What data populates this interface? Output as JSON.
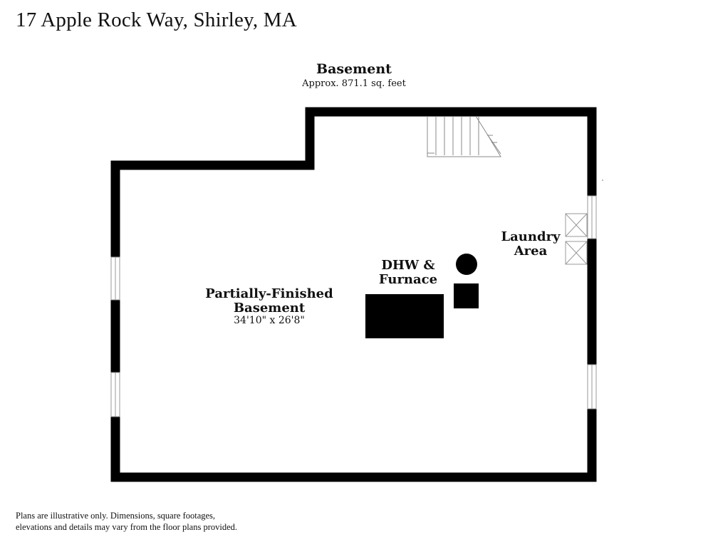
{
  "address": "17 Apple Rock Way, Shirley, MA",
  "floor": {
    "title": "Basement",
    "area": "Approx. 871.1 sq. feet"
  },
  "rooms": {
    "main": {
      "name_line1": "Partially-Finished",
      "name_line2": "Basement",
      "dimensions": "34'10\" x 26'8\""
    },
    "mechanical": {
      "name_line1": "DHW &",
      "name_line2": "Furnace"
    },
    "laundry": {
      "name_line1": "Laundry",
      "name_line2": "Area"
    }
  },
  "disclaimer": {
    "line1": "Plans are illustrative only. Dimensions, square footages,",
    "line2": "elevations and details may vary from the floor plans provided."
  },
  "colors": {
    "wall": "#000000",
    "background": "#ffffff",
    "fixture": "#000000"
  }
}
